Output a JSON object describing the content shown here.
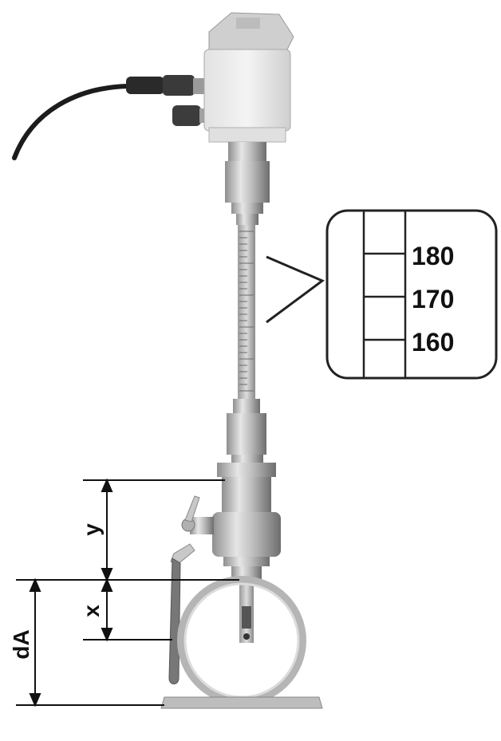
{
  "scale_inset": {
    "marks": [
      "180",
      "170",
      "160"
    ]
  },
  "dimensions": {
    "y": "y",
    "x": "x",
    "dA": "dA"
  },
  "colors": {
    "steel_light": "#d9d9d9",
    "steel_mid": "#a9a9a9",
    "steel_dark": "#6f6f6f",
    "housing": "#ececec",
    "cable": "#1a1a1a",
    "ink": "#111111"
  }
}
